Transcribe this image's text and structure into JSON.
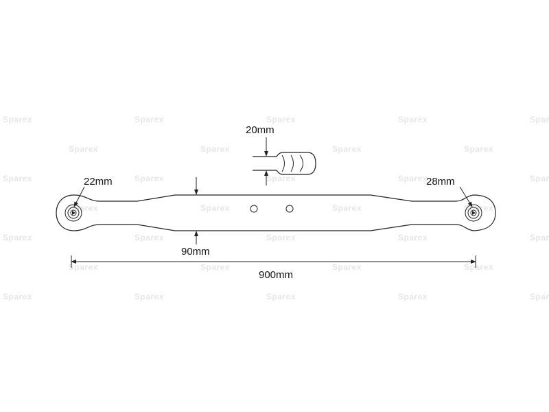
{
  "watermark": {
    "text": "Sparex"
  },
  "dimensions": {
    "side_width": "20mm",
    "left_ball": "22mm",
    "right_ball": "28mm",
    "bar_height": "90mm",
    "overall_length": "900mm"
  },
  "colors": {
    "line": "#222222",
    "watermark": "#e6e6e6"
  }
}
